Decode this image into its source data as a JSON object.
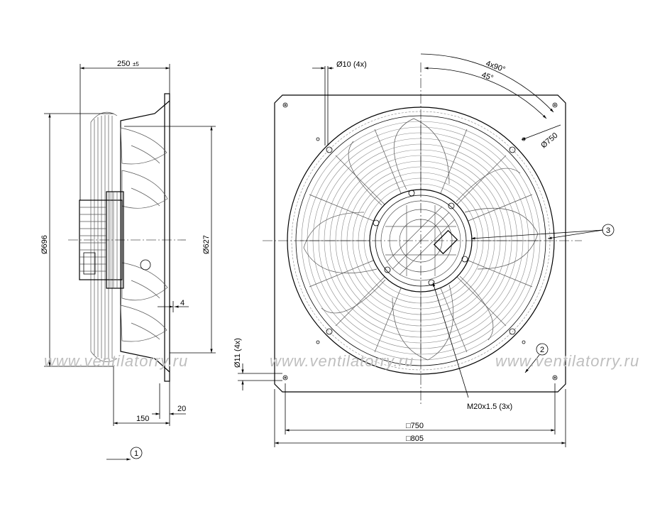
{
  "watermark": "www.ventilatorry.ru",
  "side_view": {
    "depth": "250",
    "depth_tolerance": "±5",
    "outer_diameter": "Ø696",
    "inner_diameter": "Ø627",
    "wall_thickness": "4",
    "offset_150": "150",
    "offset_20": "20",
    "callout_1": "1"
  },
  "front_view": {
    "mount_holes": "Ø10 (4x)",
    "angle_pattern": "4x90°",
    "angle_45": "45°",
    "bolt_circle": "Ø750",
    "callout_3": "3",
    "callout_2": "2",
    "side_holes": "Ø11 (4x)",
    "thread": "M20x1.5 (3x)",
    "width_inner": "□750",
    "width_outer": "□805"
  }
}
